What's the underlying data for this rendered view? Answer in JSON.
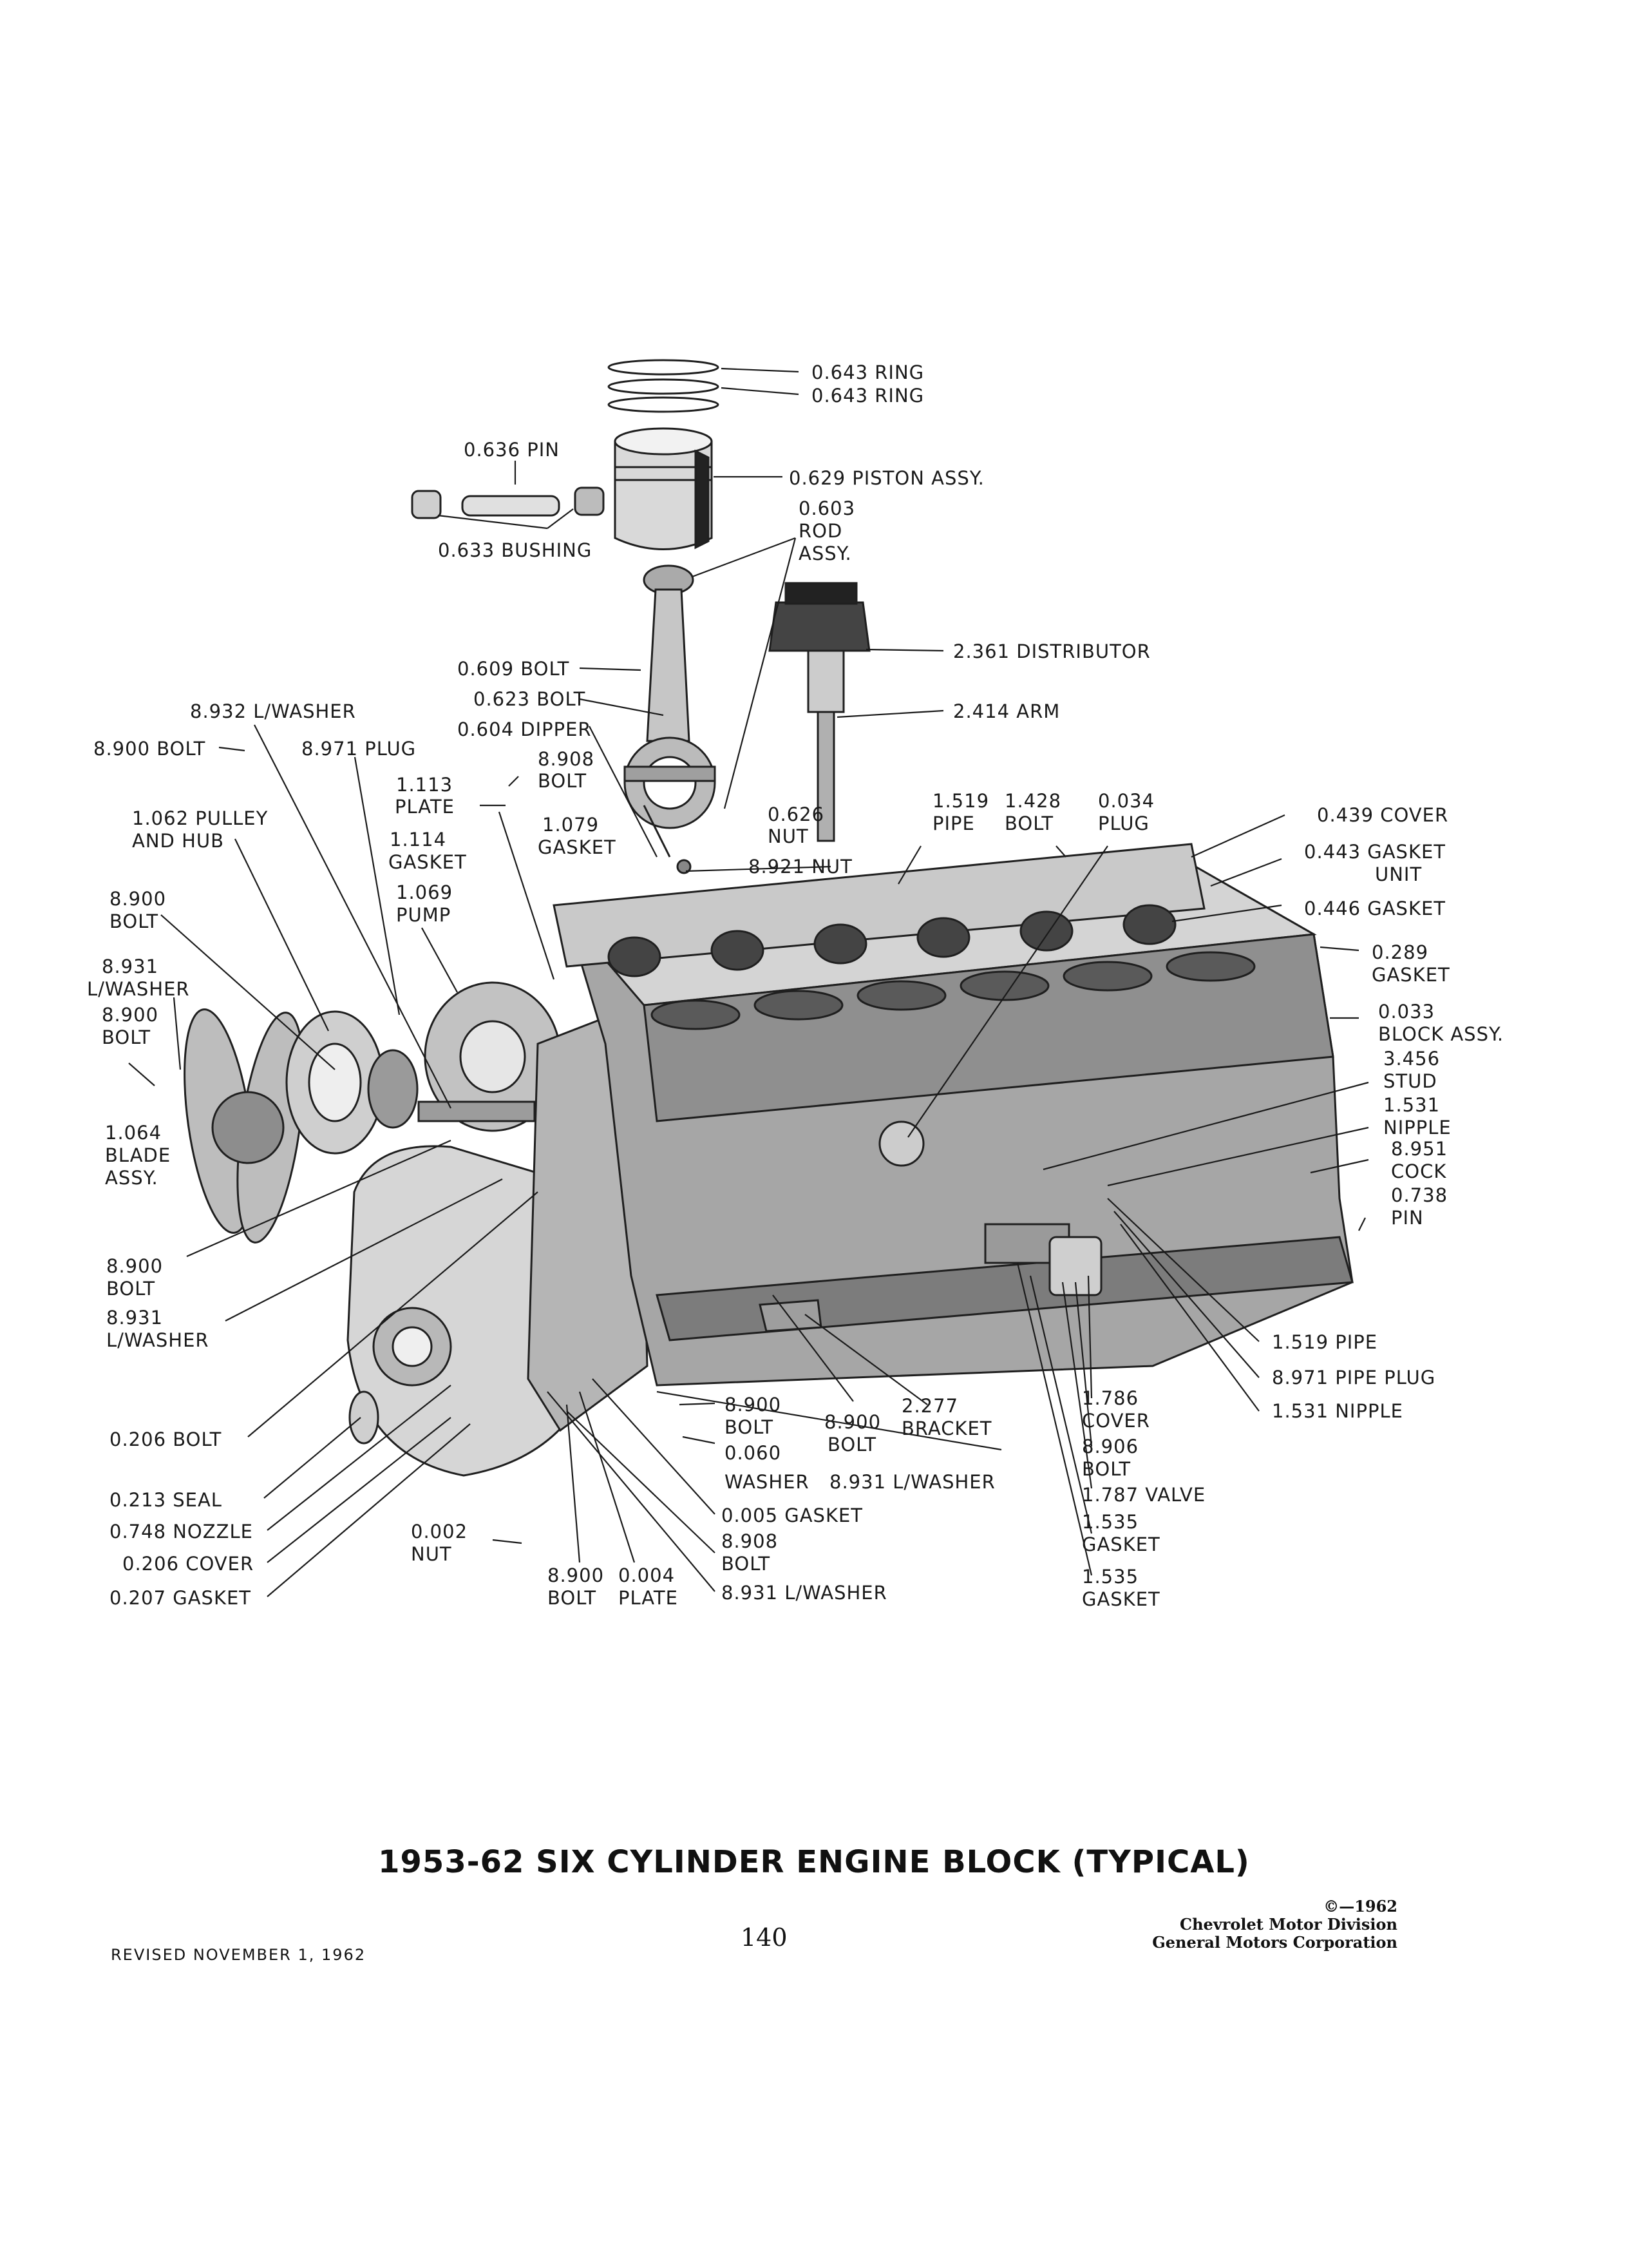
{
  "caption": "1953-62 SIX CYLINDER ENGINE BLOCK (TYPICAL)",
  "page_number": "140",
  "revised_note": "REVISED NOVEMBER 1, 1962",
  "copyright": {
    "year": "©—1962",
    "division": "Chevrolet Motor Division",
    "corporation": "General Motors Corporation"
  },
  "labels": {
    "ring_1": "0.643 RING",
    "ring_2": "0.643 RING",
    "pin": "0.636 PIN",
    "piston_assy": "0.629 PISTON ASSY.",
    "rod_assy_1": "0.603",
    "rod_assy_2": "ROD",
    "rod_assy_3": "ASSY.",
    "bushing": "0.633 BUSHING",
    "distributor": "2.361 DISTRIBUTOR",
    "bolt_609": "0.609 BOLT",
    "bolt_623": "0.623 BOLT",
    "arm": "2.414 ARM",
    "lwasher_8932": "8.932 L/WASHER",
    "dipper": "0.604 DIPPER",
    "bolt_8900_a": "8.900 BOLT",
    "plug_8971": "8.971 PLUG",
    "bolt_8908_1": "8.908",
    "bolt_8908_2": "BOLT",
    "plate_1113_1": "1.113",
    "plate_1113_2": "PLATE",
    "pipe_1519_1": "1.519",
    "pipe_1519_2": "PIPE",
    "bolt_1428_1": "1.428",
    "bolt_1428_2": "BOLT",
    "plug_034_1": "0.034",
    "plug_034_2": "PLUG",
    "cover_439": "0.439 COVER",
    "pulley_1": "1.062 PULLEY",
    "pulley_2": "AND HUB",
    "gasket_1079_1": "1.079",
    "gasket_1079_2": "GASKET",
    "nut_626_1": "0.626",
    "nut_626_2": "NUT",
    "gasket_1114_1": "1.114",
    "gasket_1114_2": "GASKET",
    "nut_8921": "8.921 NUT",
    "gasket_unit_1": "0.443 GASKET",
    "gasket_unit_2": "UNIT",
    "bolt_8900_b1": "8.900",
    "bolt_8900_b2": "BOLT",
    "pump_1": "1.069",
    "pump_2": "PUMP",
    "gasket_446": "0.446 GASKET",
    "lwasher_8931_a1": "8.931",
    "lwasher_8931_a2": "L/WASHER",
    "gasket_289_1": "0.289",
    "gasket_289_2": "GASKET",
    "bolt_8900_c1": "8.900",
    "bolt_8900_c2": "BOLT",
    "block_assy_1": "0.033",
    "block_assy_2": "BLOCK ASSY.",
    "stud_1": "3.456",
    "stud_2": "STUD",
    "nipple_1531_a1": "1.531",
    "nipple_1531_a2": "NIPPLE",
    "blade_1": "1.064",
    "blade_2": "BLADE",
    "blade_3": "ASSY.",
    "cock_1": "8.951",
    "cock_2": "COCK",
    "pin_738_1": "0.738",
    "pin_738_2": "PIN",
    "bolt_8900_d1": "8.900",
    "bolt_8900_d2": "BOLT",
    "lwasher_8931_b1": "8.931",
    "lwasher_8931_b2": "L/WASHER",
    "pipe_1519_b": "1.519 PIPE",
    "pipe_plug_8971": "8.971 PIPE PLUG",
    "nipple_1531_b": "1.531 NIPPLE",
    "bolt_8900_e1": "8.900",
    "bolt_8900_e2": "BOLT",
    "bolt_8900_f1": "8.900",
    "bolt_8900_f2": "BOLT",
    "bracket_1": "2.277",
    "bracket_2": "BRACKET",
    "cover_1786_1": "1.786",
    "cover_1786_2": "COVER",
    "bolt_206": "0.206 BOLT",
    "washer_060_1": "0.060",
    "washer_060_2": "WASHER",
    "lwasher_8931_c": "8.931 L/WASHER",
    "bolt_8906_1": "8.906",
    "bolt_8906_2": "BOLT",
    "seal_213": "0.213 SEAL",
    "valve_1787": "1.787 VALVE",
    "gasket_005": "0.005 GASKET",
    "nozzle_748": "0.748 NOZZLE",
    "nut_002_1": "0.002",
    "nut_002_2": "NUT",
    "gasket_1535_a1": "1.535",
    "gasket_1535_a2": "GASKET",
    "bolt_8908_b1": "8.908",
    "bolt_8908_b2": "BOLT",
    "cover_206": "0.206 COVER",
    "gasket_207": "0.207 GASKET",
    "bolt_8900_g1": "8.900",
    "bolt_8900_g2": "BOLT",
    "plate_004_1": "0.004",
    "plate_004_2": "PLATE",
    "lwasher_8931_d": "8.931 L/WASHER",
    "gasket_1535_b1": "1.535",
    "gasket_1535_b2": "GASKET"
  }
}
